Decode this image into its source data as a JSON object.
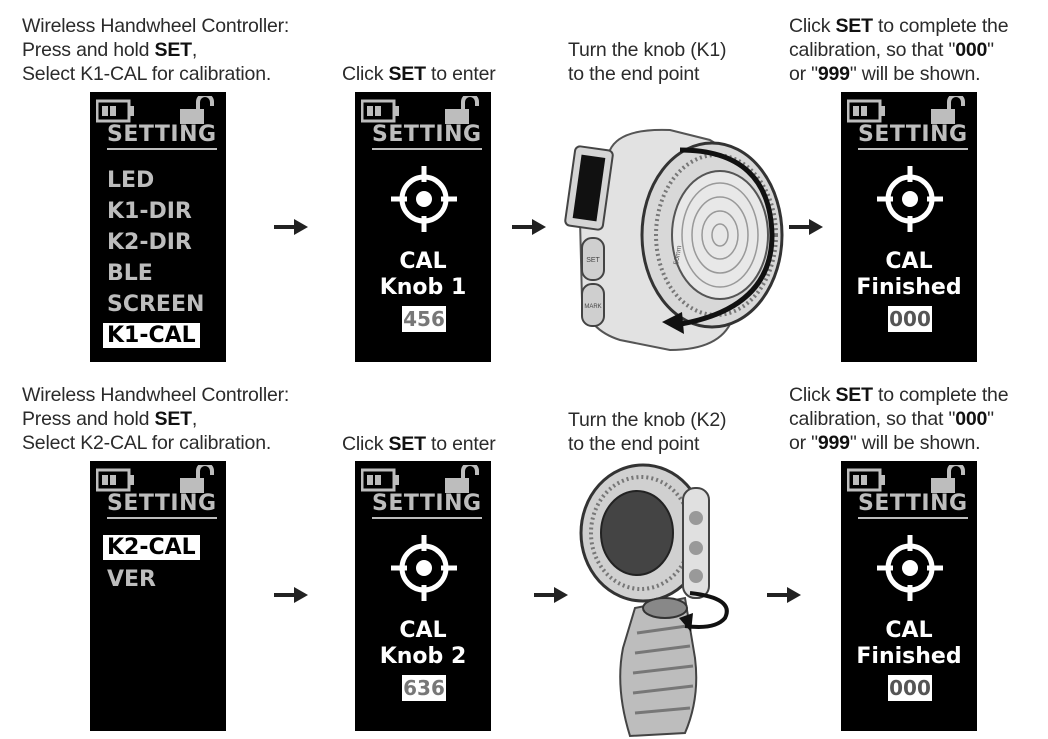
{
  "rows": [
    {
      "step1_lines": [
        "Wireless Handwheel Controller:",
        "Press and hold ",
        "SET",
        ",",
        "Select K1-CAL for calibration."
      ],
      "step2": {
        "pre": "Click ",
        "bold": "SET",
        "post": " to enter"
      },
      "step3_lines": [
        "Turn the knob (K1)",
        "to the end point"
      ],
      "step4": {
        "l1_pre": "Click ",
        "l1_bold": "SET",
        "l1_post": " to complete the",
        "l2_pre": "calibration, so that \"",
        "l2_bold": "000",
        "l2_post": "\"",
        "l3_pre": "or \"",
        "l3_bold": "999",
        "l3_post": "\" will be shown."
      },
      "menu_title": "SETTING",
      "menu_items": [
        "LED",
        "K1-DIR",
        "K2-DIR",
        "BLE",
        "SCREEN",
        "K1-CAL"
      ],
      "enter_screen": {
        "title": "SETTING",
        "line1": "CAL",
        "line2": "Knob 1",
        "value": "456"
      },
      "done_screen": {
        "title": "SETTING",
        "line1": "CAL",
        "line2": "Finished",
        "value": "000"
      }
    },
    {
      "step1_lines": [
        "Wireless Handwheel Controller:",
        "Press and hold ",
        "SET",
        ",",
        "Select K2-CAL for calibration."
      ],
      "step2": {
        "pre": "Click ",
        "bold": "SET",
        "post": " to enter"
      },
      "step3_lines": [
        "Turn the knob (K2)",
        "to the end point"
      ],
      "step4": {
        "l1_pre": "Click ",
        "l1_bold": "SET",
        "l1_post": " to complete the",
        "l2_pre": "calibration, so that \"",
        "l2_bold": "000",
        "l2_post": "\"",
        "l3_pre": "or \"",
        "l3_bold": "999",
        "l3_post": "\" will be shown."
      },
      "menu_title": "SETTING",
      "menu_items": [
        "K2-CAL",
        "VER"
      ],
      "enter_screen": {
        "title": "SETTING",
        "line1": "CAL",
        "line2": "Knob 2",
        "value": "636"
      },
      "done_screen": {
        "title": "SETTING",
        "line1": "CAL",
        "line2": "Finished",
        "value": "000"
      }
    }
  ],
  "device_labels": {
    "set_button": "SET",
    "mark_button": "MARK",
    "focus_mark": "50mm"
  }
}
